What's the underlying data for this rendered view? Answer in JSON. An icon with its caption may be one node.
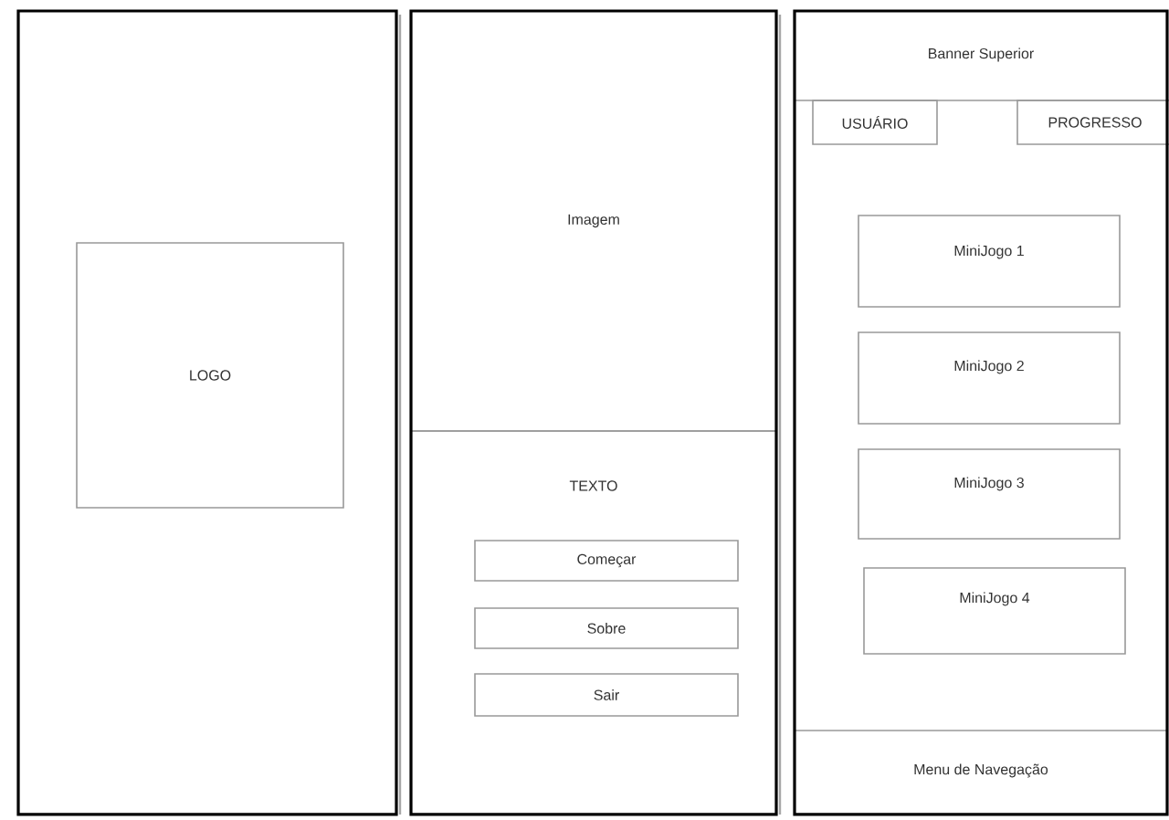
{
  "diagram": {
    "nodes": [
      {
        "text": [],
        "shape": "box"
      },
      {
        "text": [
          "LOGO"
        ],
        "in": 0
      },
      {
        "text": [],
        "shape": "box"
      },
      {
        "text": [
          "Imagem"
        ],
        "in": 2
      },
      {
        "text": [
          "TEXTO"
        ],
        "in": 2
      },
      {
        "text": [
          "Começar"
        ],
        "in": 4
      },
      {
        "text": [
          "Sobre"
        ],
        "in": 4
      },
      {
        "text": [
          "Sair"
        ],
        "in": 4
      },
      {
        "text": [],
        "shape": "box"
      },
      {
        "text": [
          "Banner Superior"
        ],
        "in": 8
      },
      {
        "text": [
          "USUÁRIO"
        ],
        "in": 8
      },
      {
        "text": [
          "PROGRESSO"
        ],
        "in": 8
      },
      {
        "text": [
          "MiniJogo 1"
        ],
        "in": 8
      },
      {
        "text": [
          "MiniJogo 2"
        ],
        "in": 8
      },
      {
        "text": [
          "MiniJogo 3"
        ],
        "in": 8
      },
      {
        "text": [
          "MiniJogo 4"
        ],
        "in": 8
      },
      {
        "text": [
          "Menu de Navegação"
        ],
        "in": 8
      }
    ]
  }
}
